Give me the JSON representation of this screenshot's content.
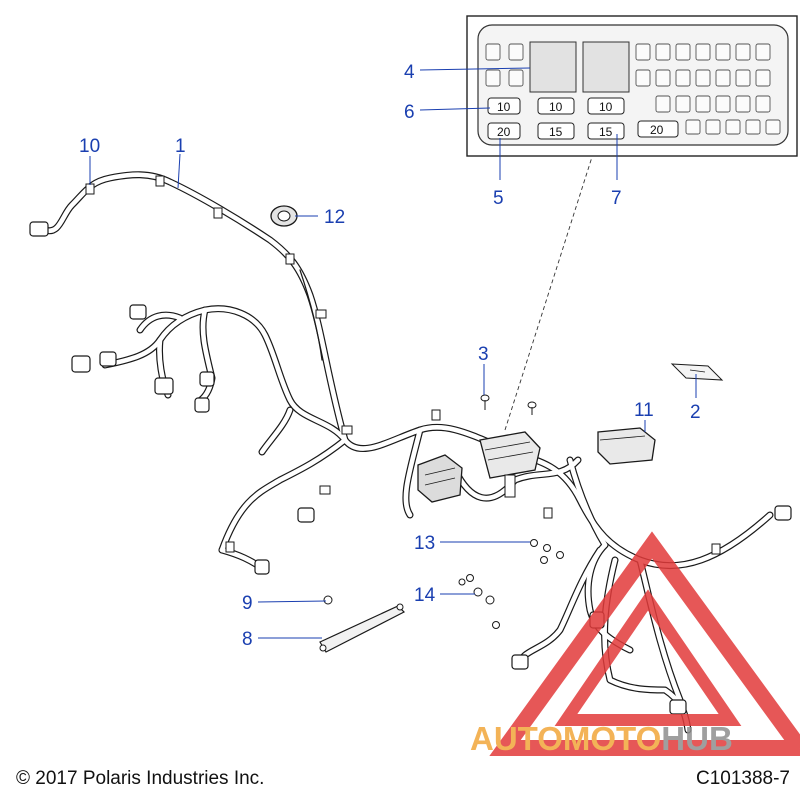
{
  "callouts": {
    "c1": "1",
    "c2": "2",
    "c3": "3",
    "c4": "4",
    "c5": "5",
    "c6": "6",
    "c7": "7",
    "c8": "8",
    "c9": "9",
    "c10": "10",
    "c11": "11",
    "c12": "12",
    "c13": "13",
    "c14": "14"
  },
  "fuse_box": {
    "fuses": [
      "10",
      "10",
      "10",
      "20",
      "15",
      "15",
      "20"
    ]
  },
  "watermark": {
    "part1": "AUTOMOTO",
    "part2": "HUB",
    "color_primary": "#f2a63a",
    "color_secondary": "#8f8f8f",
    "triangle_color": "#e23a3a"
  },
  "footer": {
    "copyright": "© 2017 Polaris Industries Inc.",
    "diagram_id": "C101388-7"
  },
  "colors": {
    "callout_text": "#1a3fb0",
    "line_art": "#1a1a1a"
  }
}
